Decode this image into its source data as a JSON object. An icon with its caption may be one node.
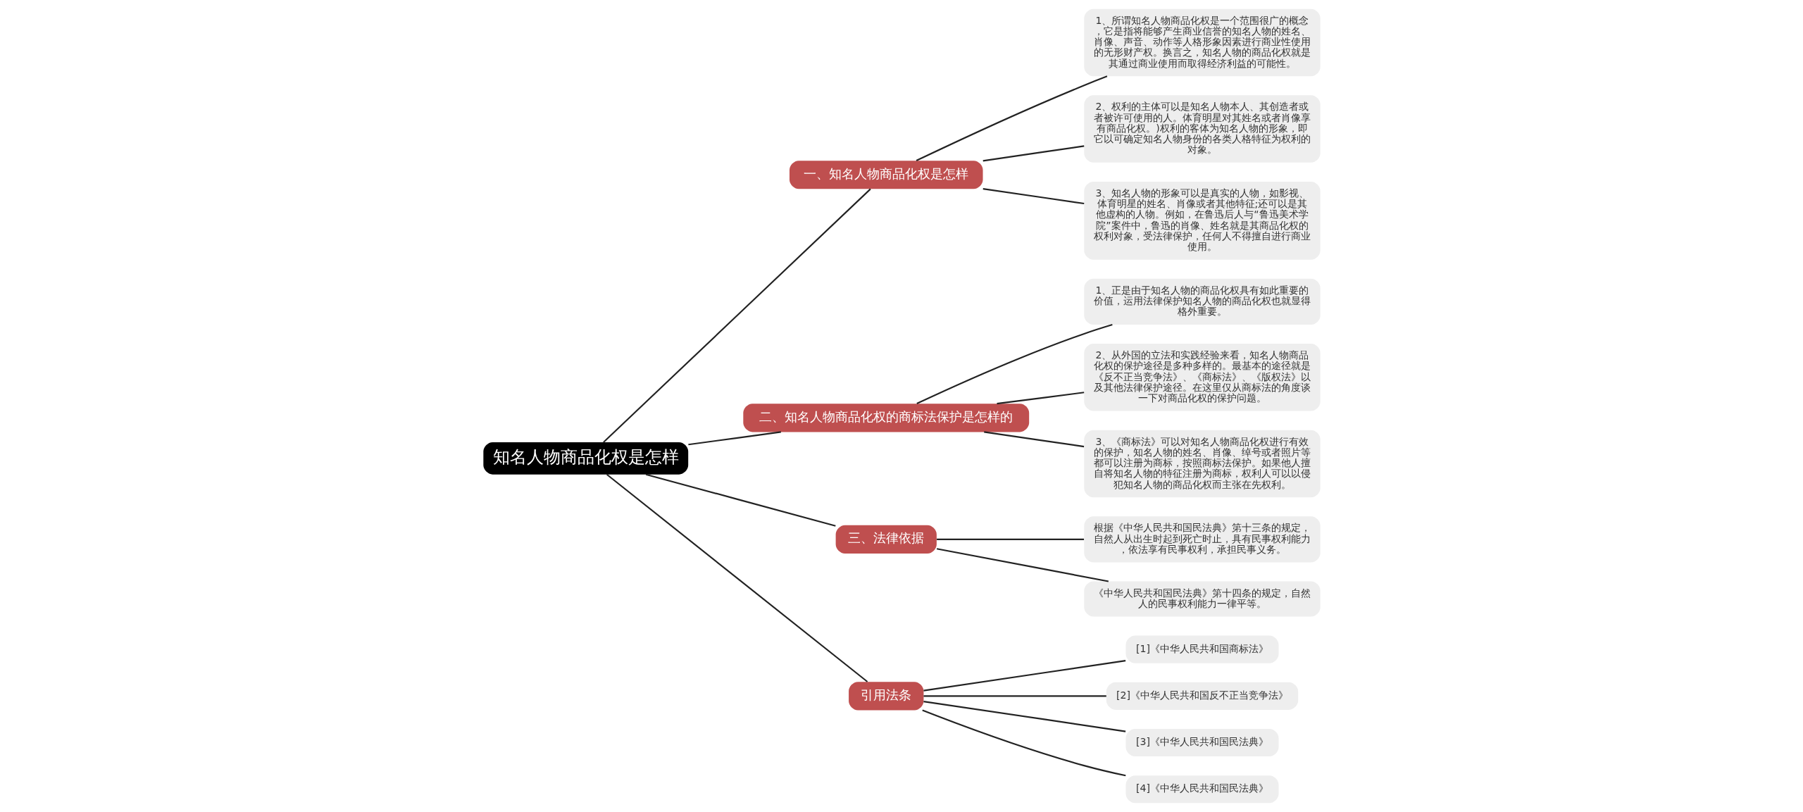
{
  "diagram": {
    "nodes": [
      {
        "text": [
          "知名人物商品化权是怎样"
        ]
      },
      {
        "text": [
          "一、知名人物商品化权是怎样"
        ]
      },
      {
        "text": [
          "1、所谓知名人物商品化权是一个范围很广的概念，它是指将能够产生商业信誉的知名人物的姓名、肖像、声音、动作等人格形象因素进行商业性使用的无形财产权。换言之，知名人物的商品化权就是其通过商业使用而取得经济利益的可能性。"
        ]
      },
      {
        "text": [
          "2、权利的主体可以是知名人物本人、其创造者或者被许可使用的人。体育明星对其姓名或者肖像享有商品化权。)权利的客体为知名人物的形象，即它以可确定知名人物身份的各类人格特征为权利的对象。"
        ]
      },
      {
        "text": [
          "3、知名人物的形象可以是真实的人物，如影视、体育明星的姓名、肖像或者其他特征;还可以是其他虚构的人物。例如，在鲁迅后人与“鲁迅美术学院”案件中，鲁迅的肖像、姓名就是其商品化权的权利对象，受法律保护，任何人不得擅自进行商业使用。"
        ]
      },
      {
        "text": [
          "二、知名人物商品化权的商标法保护是怎样的"
        ]
      },
      {
        "text": [
          "1、正是由于知名人物的商品化权具有如此重要的价值，运用法律保护知名人物的商品化权也就显得格外重要。"
        ]
      },
      {
        "text": [
          "2、从外国的立法和实践经验来看，知名人物商品化权的保护途径是多种多样的。最基本的途径就是《反不正当竞争法》、《商标法》、《版权法》以及其他法律保护途径。在这里仅从商标法的角度谈一下对商品化权的保护问题。"
        ]
      },
      {
        "text": [
          "3、《商标法》可以对知名人物商品化权进行有效的保护，知名人物的姓名、肖像、绰号或者照片等都可以注册为商标，按照商标法保护。如果他人擅自将知名人物的特征注册为商标，权利人可以以侵犯知名人物的商品化权而主张在先权利。"
        ]
      },
      {
        "text": [
          "三、法律依据"
        ]
      },
      {
        "text": [
          "根据《中华人民共和国民法典》第十三条的规定，自然人从出生时起到死亡时止，具有民事权利能力，依法享有民事权利，承担民事义务。"
        ]
      },
      {
        "text": [
          "《中华人民共和国民法典》第十四条的规定，自然人的民事权利能力一律平等。"
        ]
      },
      {
        "text": [
          "引用法条"
        ]
      },
      {
        "text": [
          "[1]《中华人民共和国商标法》"
        ]
      },
      {
        "text": [
          "[2]《中华人民共和国反不正当竞争法》"
        ]
      },
      {
        "text": [
          "[3]《中华人民共和国民法典》"
        ]
      },
      {
        "text": [
          "[4]《中华人民共和国民法典》"
        ]
      }
    ],
    "edges": [
      {
        "from": 0,
        "to": 1,
        "arrow": "none"
      },
      {
        "from": 1,
        "to": 2,
        "arrow": "none"
      },
      {
        "from": 1,
        "to": 3,
        "arrow": "none"
      },
      {
        "from": 1,
        "to": 4,
        "arrow": "none"
      },
      {
        "from": 0,
        "to": 5,
        "arrow": "none"
      },
      {
        "from": 5,
        "to": 6,
        "arrow": "none"
      },
      {
        "from": 5,
        "to": 7,
        "arrow": "none"
      },
      {
        "from": 5,
        "to": 8,
        "arrow": "none"
      },
      {
        "from": 0,
        "to": 9,
        "arrow": "none"
      },
      {
        "from": 9,
        "to": 10,
        "arrow": "none"
      },
      {
        "from": 9,
        "to": 11,
        "arrow": "none"
      },
      {
        "from": 0,
        "to": 12,
        "arrow": "none"
      },
      {
        "from": 12,
        "to": 13,
        "arrow": "none"
      },
      {
        "from": 12,
        "to": 14,
        "arrow": "none"
      },
      {
        "from": 12,
        "to": 15,
        "arrow": "none"
      },
      {
        "from": 12,
        "to": 16,
        "arrow": "none"
      }
    ]
  }
}
